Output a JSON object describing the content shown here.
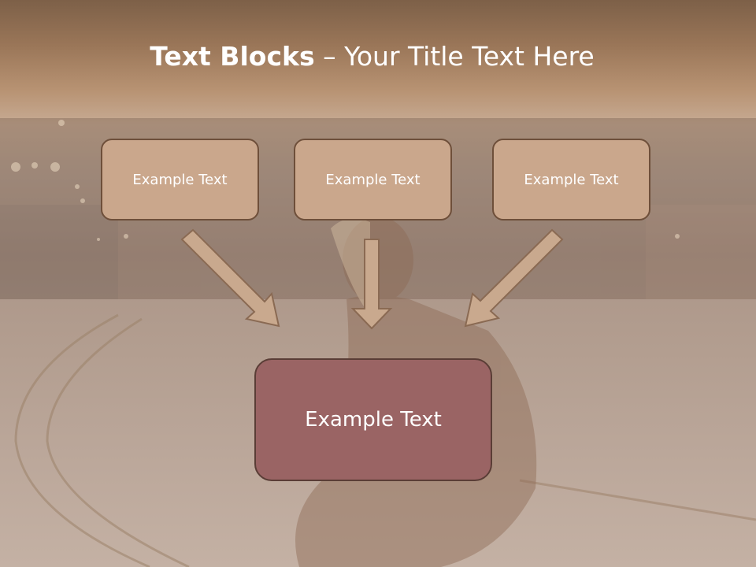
{
  "title": {
    "bold": "Text Blocks",
    "separator": " – ",
    "rest": "Your Title Text Here"
  },
  "boxes": {
    "top_left": "Example Text",
    "top_center": "Example Text",
    "top_right": "Example Text",
    "bottom": "Example Text"
  },
  "colors": {
    "header": "#8b6b50",
    "box_fill": "#caa78c",
    "box_border": "#6e4f3a",
    "main_box_fill": "#9a6464",
    "arrow_fill": "#c9a98e"
  }
}
